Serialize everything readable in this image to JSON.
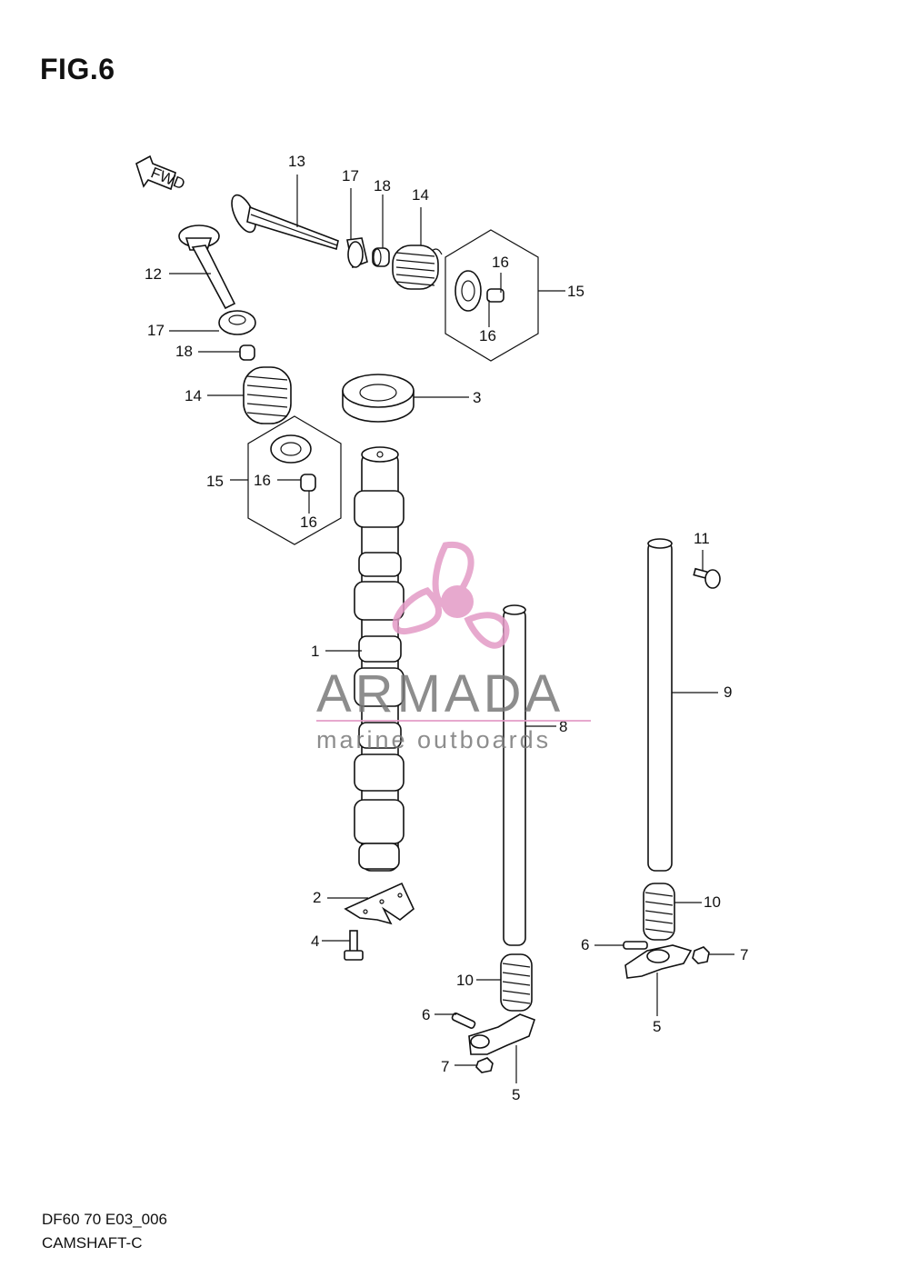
{
  "figure": {
    "title": "FIG.6"
  },
  "arrow": {
    "text": "FWD"
  },
  "labels": {
    "l1": "1",
    "l2": "2",
    "l3": "3",
    "l4": "4",
    "l5a": "5",
    "l5b": "5",
    "l6a": "6",
    "l6b": "6",
    "l7a": "7",
    "l7b": "7",
    "l8": "8",
    "l9": "9",
    "l10a": "10",
    "l10b": "10",
    "l11": "11",
    "l12": "12",
    "l13": "13",
    "l14a": "14",
    "l14b": "14",
    "l15a": "15",
    "l15b": "15",
    "l16a": "16",
    "l16b": "16",
    "l16c": "16",
    "l16d": "16",
    "l17a": "17",
    "l17b": "17",
    "l18a": "18",
    "l18b": "18"
  },
  "watermark": {
    "brand": "ARMADA",
    "tagline": "marine outboards",
    "accent": "#e39bc6",
    "text_color": "#7a7a7a"
  },
  "footer": {
    "code": "DF60 70 E03_006",
    "name": "CAMSHAFT-C"
  }
}
